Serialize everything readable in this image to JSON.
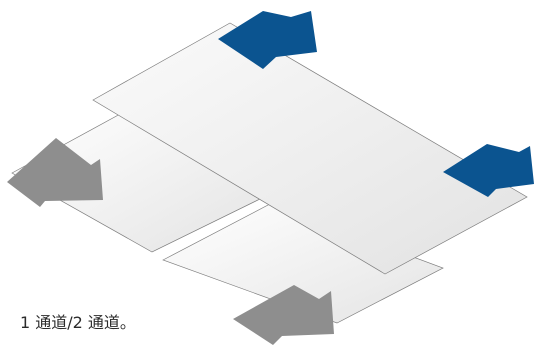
{
  "caption": "1 通道/2 通道。",
  "colors": {
    "output_arrow": "#0b5490",
    "input_arrow": "#8e8e8e",
    "sheet_fill_light": "#ffffff",
    "sheet_fill_dark": "#e6e6e6",
    "sheet_edge": "#7d7d7d"
  },
  "sheets": [
    {
      "name": "lower-left-sheet",
      "role": "input"
    },
    {
      "name": "lower-right-sheet",
      "role": "input"
    },
    {
      "name": "top-sheet",
      "role": "output"
    }
  ],
  "arrows": [
    {
      "name": "input-arrow-left",
      "kind": "input",
      "color_key": "input_arrow"
    },
    {
      "name": "input-arrow-bottom",
      "kind": "input",
      "color_key": "input_arrow"
    },
    {
      "name": "output-arrow-top",
      "kind": "output",
      "color_key": "output_arrow"
    },
    {
      "name": "output-arrow-right",
      "kind": "output",
      "color_key": "output_arrow"
    }
  ]
}
